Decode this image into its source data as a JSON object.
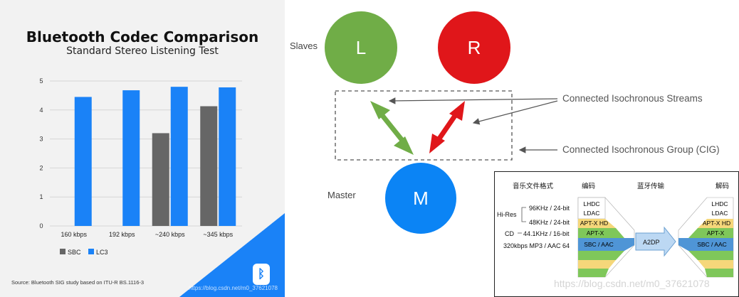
{
  "chart": {
    "title": "Bluetooth Codec Comparison",
    "subtitle": "Standard Stereo Listening Test",
    "source": "Source: Bluetooth SIG study based on ITU-R BS.1116-3",
    "badge": "ᛒ",
    "watermark": "https://blog.csdn.net/m0_37621078"
  },
  "chart_data": {
    "type": "bar",
    "title": "Bluetooth Codec Comparison",
    "subtitle": "Standard Stereo Listening Test",
    "categories": [
      "160 kbps",
      "192 kbps",
      "~240 kbps",
      "~345 kbps"
    ],
    "series": [
      {
        "name": "SBC",
        "values": [
          null,
          null,
          3.2,
          4.13
        ],
        "color": "#666666"
      },
      {
        "name": "LC3",
        "values": [
          4.45,
          4.68,
          4.8,
          4.78
        ],
        "color": "#1a82f7"
      }
    ],
    "yticks": [
      0,
      1,
      2,
      3,
      4,
      5
    ],
    "ylim": [
      0,
      5
    ],
    "grid": true,
    "legend": "bottom-left",
    "xlabel": "",
    "ylabel": ""
  },
  "diagram": {
    "slaves_label": "Slaves",
    "master_label": "Master",
    "node_left": "L",
    "node_right": "R",
    "node_master": "M",
    "cis_label": "Connected Isochronous Streams",
    "cig_label": "Connected Isochronous Group (CIG)",
    "colors": {
      "left": "#70ad47",
      "right": "#e0161a",
      "master": "#0b84f5"
    }
  },
  "inset": {
    "headers": {
      "format": "音乐文件格式",
      "encode": "编码",
      "transport": "蓝牙传输",
      "decode": "解码"
    },
    "hires_label": "Hi-Res",
    "hires_rate_1": "96KHz / 24-bit",
    "hires_rate_2": "48KHz / 24-bit",
    "cd_label": "CD",
    "cd_rate": "44.1KHz / 16-bit",
    "mp3_rate": "320kbps MP3 / AAC 64",
    "pipe_label": "A2DP",
    "encode_codecs": [
      "LHDC",
      "LDAC",
      "APT-X HD",
      "APT-X",
      "SBC / AAC"
    ],
    "decode_codecs": [
      "LHDC",
      "LDAC",
      "APT-X HD",
      "APT-X",
      "SBC / AAC"
    ],
    "watermark": "https://blog.csdn.net/m0_37621078"
  }
}
